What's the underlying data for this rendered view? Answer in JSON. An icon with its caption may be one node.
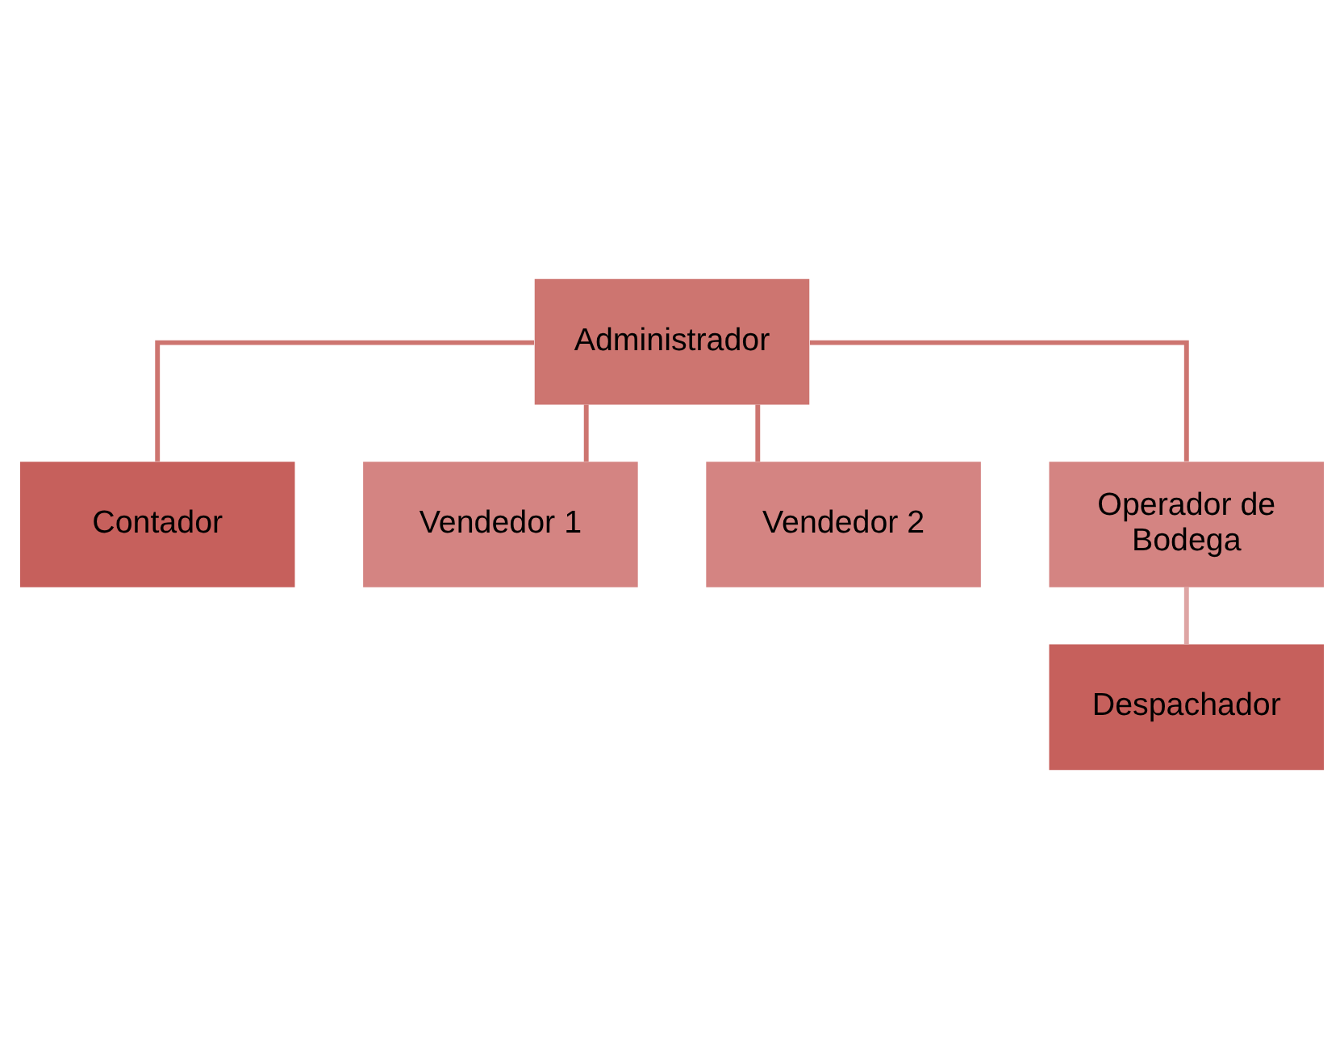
{
  "diagram": {
    "nodes": [
      {
        "text": [
          "Administrador"
        ]
      },
      {
        "text": [
          "Contador"
        ]
      },
      {
        "text": [
          "Vendedor 1"
        ]
      },
      {
        "text": [
          "Vendedor 2"
        ]
      },
      {
        "text": [
          "Operador de Bodega"
        ]
      },
      {
        "text": [
          "Despachador"
        ]
      }
    ],
    "edges": [
      {
        "from": 0,
        "to": 1,
        "arrow": "none"
      },
      {
        "from": 0,
        "to": 2,
        "arrow": "none"
      },
      {
        "from": 0,
        "to": 3,
        "arrow": "none"
      },
      {
        "from": 0,
        "to": 4,
        "arrow": "none"
      },
      {
        "from": 4,
        "to": 5,
        "arrow": "none",
        "color": "#dea5a4"
      }
    ]
  }
}
